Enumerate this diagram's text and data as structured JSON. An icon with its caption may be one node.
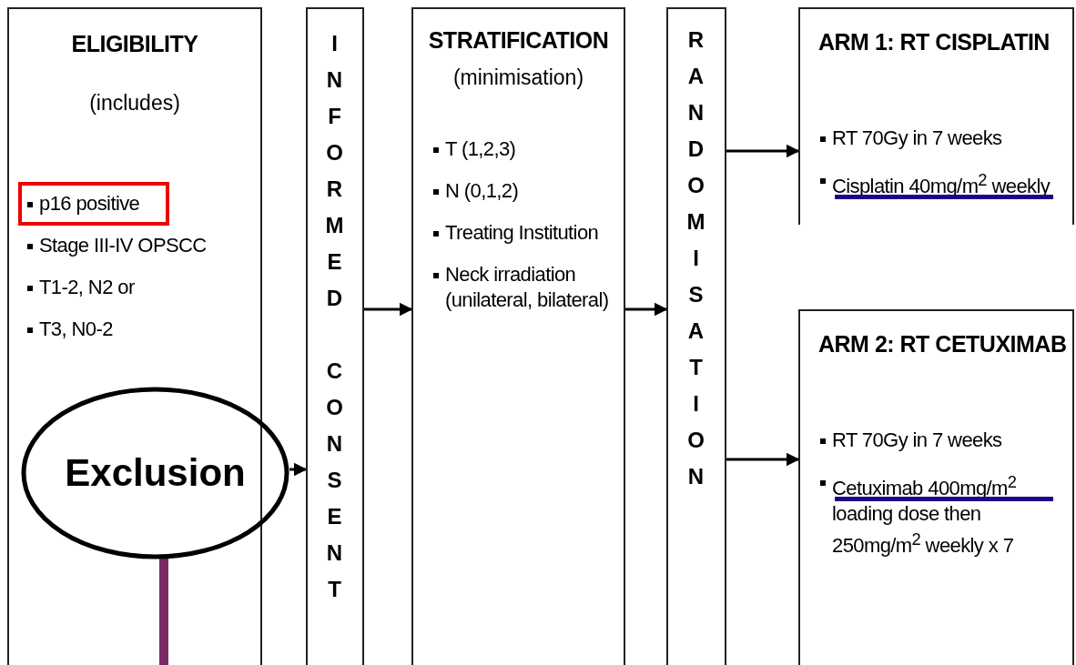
{
  "diagram": {
    "nodes": [
      {
        "text": [
          "ELIGIBILITY",
          "(includes)",
          "p16 positive",
          "Stage III-IV OPSCC",
          "T1-2, N2 or",
          "T3, N0-2"
        ]
      },
      {
        "text": [
          "INFORMED CONSENT"
        ]
      },
      {
        "text": [
          "STRATIFICATION",
          "(minimisation)",
          "T (1,2,3)",
          "N (0,1,2)",
          "Treating Institution",
          "Neck irradiation (unilateral, bilateral)"
        ]
      },
      {
        "text": [
          "RANDOMISATION"
        ]
      },
      {
        "text": [
          "ARM 1: RT CISPLATIN",
          "RT 70Gy in 7 weeks",
          "Cisplatin 40mg/m$^{2}$ weekly"
        ]
      },
      {
        "text": [
          "ARM 2: RT CETUXIMAB",
          "RT 70Gy in 7 weeks",
          "Cetuximab 400mg/m$^{2}$ loading dose then 250mg/m$^{2}$ weekly x 7"
        ]
      },
      {
        "text": [
          "Exclusion"
        ]
      }
    ],
    "edges": [
      {
        "from": 6,
        "to": 1,
        "arrow": "to"
      },
      {
        "from": 1,
        "to": 2,
        "arrow": "to"
      },
      {
        "from": 2,
        "to": 3,
        "arrow": "to"
      },
      {
        "from": 3,
        "to": 4,
        "arrow": "to"
      },
      {
        "from": 3,
        "to": 5,
        "arrow": "to"
      },
      {
        "from": 6,
        "to": 0,
        "arrow": "none",
        "style": "thick",
        "color": "#7b2a66"
      }
    ]
  }
}
